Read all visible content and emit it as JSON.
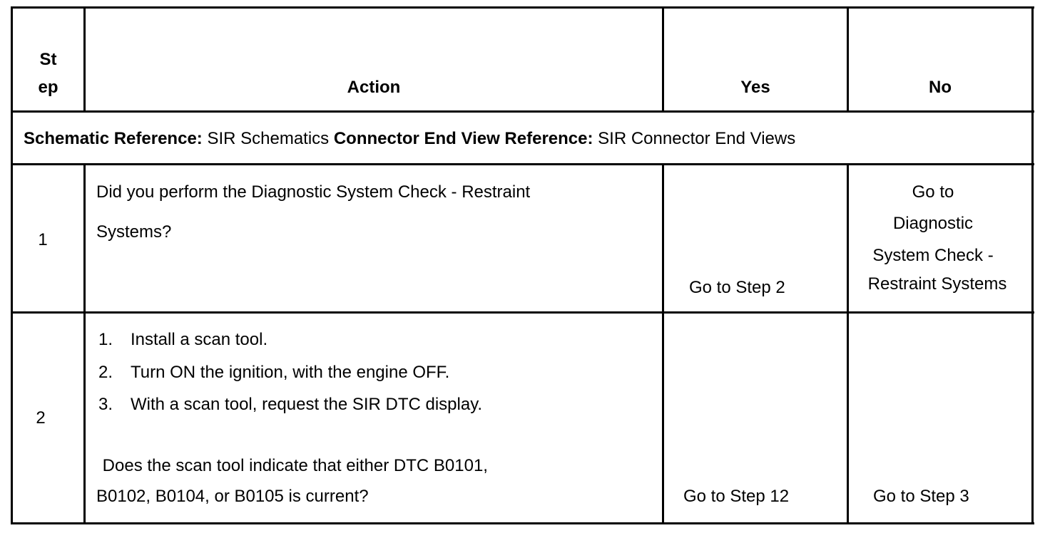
{
  "header": {
    "step_line1": "St",
    "step_line2": "ep",
    "action": "Action",
    "yes": "Yes",
    "no": "No"
  },
  "reference": {
    "schematic_label": "Schematic Reference:",
    "schematic_value": "SIR Schematics",
    "connector_label": "Connector End View Reference:",
    "connector_value": "SIR Connector End Views"
  },
  "rows": [
    {
      "step": "1",
      "action_lines": [
        "Did you perform the Diagnostic System Check -  Restraint",
        "Systems?"
      ],
      "yes": "Go to Step 2",
      "no_lines": [
        "Go to",
        "Diagnostic",
        "System Check -",
        "Restraint Systems"
      ]
    },
    {
      "step": "2",
      "list": [
        {
          "num": "1.",
          "text": "Install a scan tool."
        },
        {
          "num": "2.",
          "text": "Turn ON the ignition, with the engine OFF."
        },
        {
          "num": "3.",
          "text": "With a scan tool, request the SIR DTC display."
        }
      ],
      "question_lines": [
        " Does the scan tool indicate that either DTC B0101,",
        "B0102, B0104, or B0105 is current?"
      ],
      "yes": "Go to Step 12",
      "no": "Go to Step 3"
    }
  ]
}
